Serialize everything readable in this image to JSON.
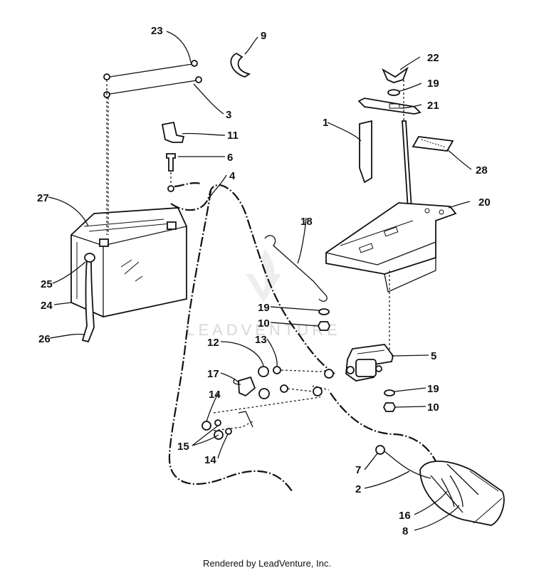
{
  "callouts": {
    "c1": "1",
    "c2": "2",
    "c3": "3",
    "c4": "4",
    "c5": "5",
    "c6": "6",
    "c7": "7",
    "c8": "8",
    "c9": "9",
    "c10a": "10",
    "c10b": "10",
    "c11": "11",
    "c12": "12",
    "c13": "13",
    "c14a": "14",
    "c14b": "14",
    "c15": "15",
    "c16": "16",
    "c17": "17",
    "c18": "18",
    "c19a": "19",
    "c19b": "19",
    "c19c": "19",
    "c20": "20",
    "c21": "21",
    "c22": "22",
    "c23": "23",
    "c24": "24",
    "c25": "25",
    "c26": "26",
    "c27": "27",
    "c28": "28"
  },
  "watermark": "LEADVENTURE",
  "footer": "Rendered by LeadVenture, Inc."
}
